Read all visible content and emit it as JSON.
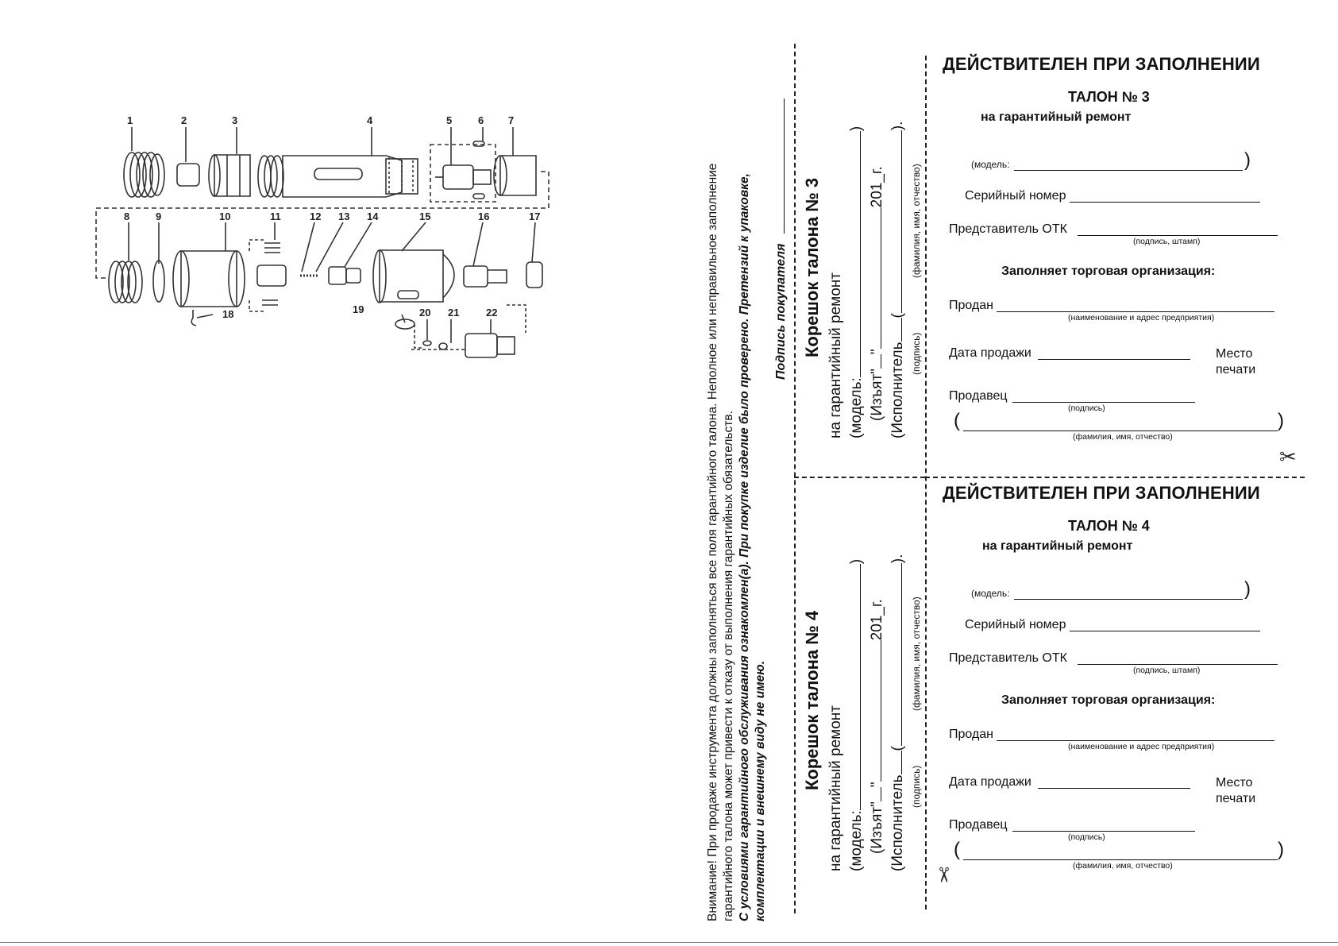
{
  "diagram": {
    "part_numbers": [
      "1",
      "2",
      "3",
      "4",
      "5",
      "6",
      "7",
      "8",
      "9",
      "10",
      "11",
      "12",
      "13",
      "14",
      "15",
      "16",
      "17",
      "18",
      "19",
      "20",
      "21",
      "22"
    ]
  },
  "warning": {
    "line1": "Внимание! При продаже инструмента должны заполняться все поля гарантийного талона. Неполное или неправильное заполнение",
    "line2": "гарантийного талона может привести к отказу от выполнения гарантийных обязательств.",
    "line3": "С условиями гарантийного обслуживания ознакомлен(а). При покупке изделие было проверено. Претензий к упаковке,",
    "line4": "комплектации и внешнему виду не имею.",
    "signature": "Подпись покупателя"
  },
  "stubs": [
    {
      "title": "Корешок талона № 3",
      "subtitle": "на гарантийный ремонт",
      "model": "(модель:",
      "removed": "(Изъят\"",
      "quote": "\"",
      "year": "201_г.",
      "executor": "(Исполнитель",
      "sign_hint": "(подпись)",
      "fio_hint": "(фамилия, имя, отчество)"
    },
    {
      "title": "Корешок талона № 4",
      "subtitle": "на гарантийный ремонт",
      "model": "(модель:",
      "removed": "(Изъят\"",
      "quote": "\"",
      "year": "201_г.",
      "executor": "(Исполнитель",
      "sign_hint": "(подпись)",
      "fio_hint": "(фамилия, имя, отчество)"
    }
  ],
  "coupons": [
    {
      "header": "ДЕЙСТВИТЕЛЕН ПРИ ЗАПОЛНЕНИИ",
      "talon": "ТАЛОН № 3",
      "repair": "на гарантийный ремонт",
      "model_label": "(модель:",
      "serial_label": "Серийный номер",
      "otk_label": "Представитель ОТК",
      "otk_hint": "(подпись, штамп)",
      "org_header": "Заполняет торговая организация:",
      "sold_label": "Продан",
      "sold_hint": "(наименование и адрес предприятия)",
      "date_label": "Дата продажи",
      "stamp_label_1": "Место",
      "stamp_label_2": "печати",
      "seller_label": "Продавец",
      "seller_hint": "(подпись)",
      "fio_hint": "(фамилия, имя, отчество)"
    },
    {
      "header": "ДЕЙСТВИТЕЛЕН ПРИ ЗАПОЛНЕНИИ",
      "talon": "ТАЛОН № 4",
      "repair": "на гарантийный ремонт",
      "model_label": "(модель:",
      "serial_label": "Серийный номер",
      "otk_label": "Представитель ОТК",
      "otk_hint": "(подпись, штамп)",
      "org_header": "Заполняет торговая организация:",
      "sold_label": "Продан",
      "sold_hint": "(наименование и адрес предприятия)",
      "date_label": "Дата продажи",
      "stamp_label_1": "Место",
      "stamp_label_2": "печати",
      "seller_label": "Продавец",
      "seller_hint": "(подпись)",
      "fio_hint": "(фамилия, имя, отчество)"
    }
  ]
}
